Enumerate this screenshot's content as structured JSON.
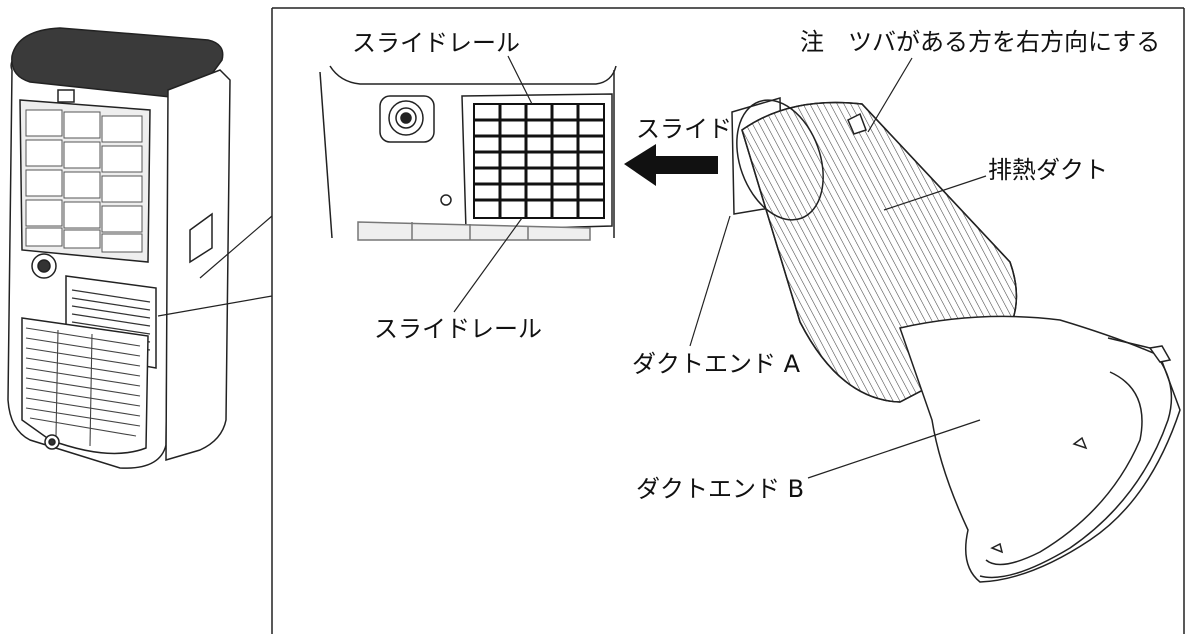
{
  "labels": {
    "note": "注　ツバがある方を右方向にする",
    "slide_rail_top": "スライドレール",
    "slide": "スライド",
    "exhaust_duct": "排熱ダクト",
    "slide_rail_bottom": "スライドレール",
    "duct_end_a": "ダクトエンド A",
    "duct_end_b": "ダクトエンド B"
  }
}
